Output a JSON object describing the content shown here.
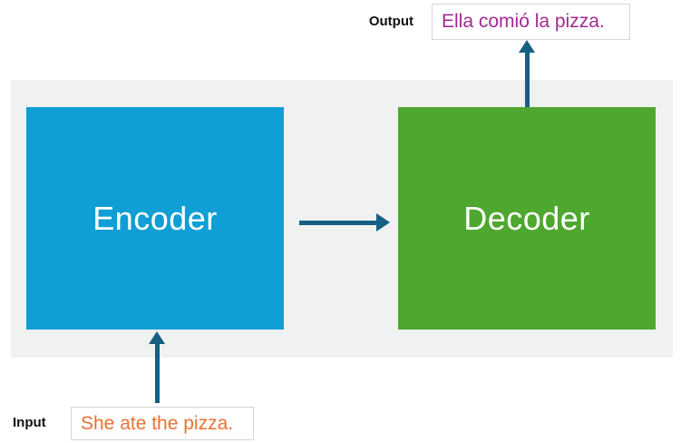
{
  "colors": {
    "panel_bg": "#F0F1F1",
    "encoder_fill": "#0F9ED5",
    "decoder_fill": "#4EA72E",
    "arrow": "#156082",
    "output_text": "#A02B93",
    "input_text": "#E97132",
    "label_text": "#111111",
    "block_text": "#FFFFFF",
    "io_box_border": "#D6D6D6"
  },
  "diagram": {
    "encoder_label": "Encoder",
    "decoder_label": "Decoder",
    "output": {
      "label": "Output",
      "text": "Ella comió la pizza."
    },
    "input": {
      "label": "Input",
      "text": "She ate the pizza."
    }
  }
}
